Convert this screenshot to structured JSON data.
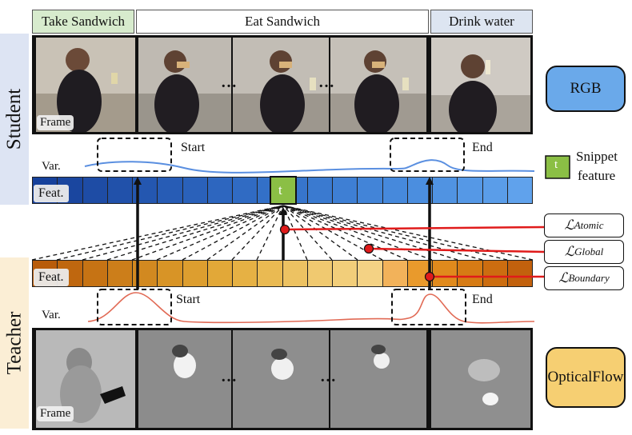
{
  "segments": [
    {
      "label": "Take Sandwich"
    },
    {
      "label": "Eat Sandwich"
    },
    {
      "label": "Drink water"
    }
  ],
  "student": {
    "label": "Student",
    "frame_tag": "Frame",
    "feat_tag": "Feat.",
    "var_label": "Var."
  },
  "teacher": {
    "label": "Teacher",
    "frame_tag": "Frame",
    "feat_tag": "Feat.",
    "var_label": "Var."
  },
  "labels": {
    "start": "Start",
    "end": "End"
  },
  "ellipsis": "…",
  "snippet": {
    "t": "t"
  },
  "legend": {
    "snippet_line1": "Snippet",
    "snippet_line2": "feature"
  },
  "losses": {
    "symbol": "ℒ",
    "atomic": "Atomic",
    "global": "Global",
    "boundary": "Boundary"
  },
  "modalities": {
    "rgb": "RGB",
    "flow_line1": "Optical",
    "flow_line2": "Flow"
  },
  "colors": {
    "student_feat_dark": "#16419b",
    "student_feat_light": "#60a2ec",
    "teacher_feat_dark": "#b85c0b",
    "teacher_feat_light": "#f4d284",
    "loss_red": "#e01b1b",
    "snippet_green": "#8bbf45"
  }
}
